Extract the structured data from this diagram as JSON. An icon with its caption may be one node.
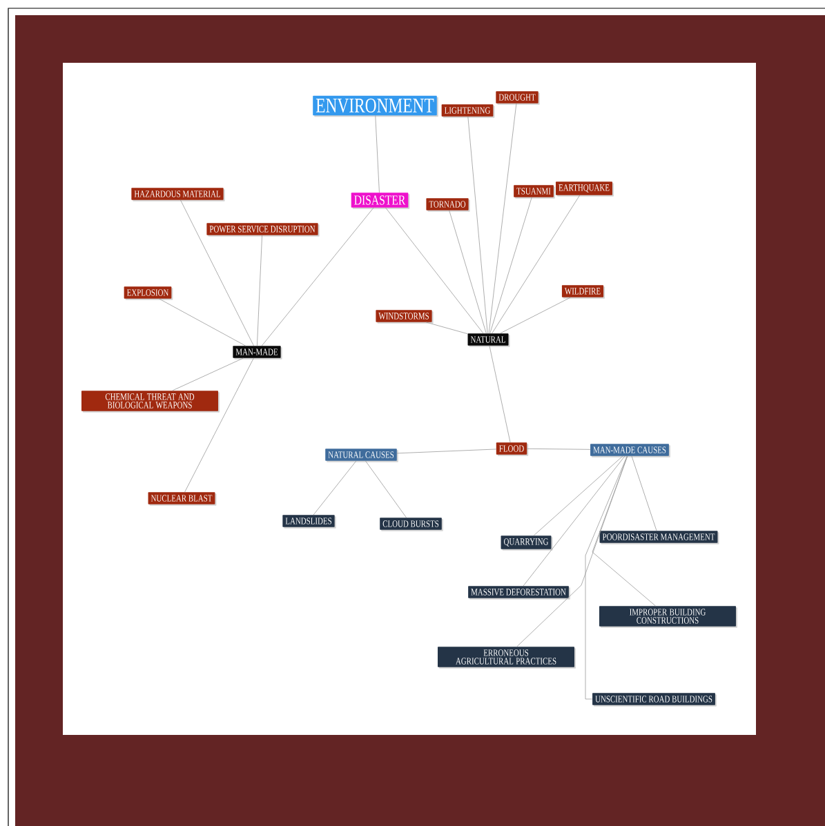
{
  "diagram": {
    "nodes": [
      {
        "text": [
          "ENVIRONMENT"
        ]
      },
      {
        "text": [
          "DISASTER"
        ]
      },
      {
        "text": [
          "MAN-MADE"
        ]
      },
      {
        "text": [
          "NATURAL"
        ]
      },
      {
        "text": [
          "HAZARDOUS MATERIAL"
        ]
      },
      {
        "text": [
          "POWER SERVICE DISRUPTION"
        ]
      },
      {
        "text": [
          "EXPLOSION"
        ]
      },
      {
        "text": [
          "CHEMICAL THREAT AND BIOLOGICAL WEAPONS"
        ]
      },
      {
        "text": [
          "NUCLEAR BLAST"
        ]
      },
      {
        "text": [
          "LIGHTENING"
        ]
      },
      {
        "text": [
          "DROUGHT"
        ]
      },
      {
        "text": [
          "TORNADO"
        ]
      },
      {
        "text": [
          "TSUANMI"
        ]
      },
      {
        "text": [
          "EARTHQUAKE"
        ]
      },
      {
        "text": [
          "WINDSTORMS"
        ]
      },
      {
        "text": [
          "WILDFIRE"
        ]
      },
      {
        "text": [
          "FLOOD"
        ]
      },
      {
        "text": [
          "NATURAL CAUSES"
        ]
      },
      {
        "text": [
          "MAN-MADE CAUSES"
        ]
      },
      {
        "text": [
          "LANDSLIDES"
        ]
      },
      {
        "text": [
          "CLOUD BURSTS"
        ]
      },
      {
        "text": [
          "QUARRYING"
        ]
      },
      {
        "text": [
          "POORDISASTER MANAGEMENT"
        ]
      },
      {
        "text": [
          "MASSIVE DEFORESTATION"
        ]
      },
      {
        "text": [
          "IMPROPER BUILDING CONSTRUCTIONS"
        ]
      },
      {
        "text": [
          "ERRONEOUS AGRICULTURAL PRACTICES"
        ]
      },
      {
        "text": [
          "UNSCIENTIFIC ROAD BUILDINGS"
        ]
      }
    ],
    "edges": [
      {
        "from": 0,
        "to": 1,
        "arrow": "none"
      },
      {
        "from": 1,
        "to": 2,
        "arrow": "none"
      },
      {
        "from": 1,
        "to": 3,
        "arrow": "none"
      },
      {
        "from": 2,
        "to": 4,
        "arrow": "none"
      },
      {
        "from": 2,
        "to": 5,
        "arrow": "none"
      },
      {
        "from": 2,
        "to": 6,
        "arrow": "none"
      },
      {
        "from": 2,
        "to": 7,
        "arrow": "none"
      },
      {
        "from": 2,
        "to": 8,
        "arrow": "none"
      },
      {
        "from": 3,
        "to": 9,
        "arrow": "none"
      },
      {
        "from": 3,
        "to": 10,
        "arrow": "none"
      },
      {
        "from": 3,
        "to": 11,
        "arrow": "none"
      },
      {
        "from": 3,
        "to": 12,
        "arrow": "none"
      },
      {
        "from": 3,
        "to": 13,
        "arrow": "none"
      },
      {
        "from": 3,
        "to": 14,
        "arrow": "none"
      },
      {
        "from": 3,
        "to": 15,
        "arrow": "none"
      },
      {
        "from": 3,
        "to": 16,
        "arrow": "none"
      },
      {
        "from": 16,
        "to": 17,
        "arrow": "none"
      },
      {
        "from": 16,
        "to": 18,
        "arrow": "none"
      },
      {
        "from": 17,
        "to": 19,
        "arrow": "none"
      },
      {
        "from": 17,
        "to": 20,
        "arrow": "none"
      },
      {
        "from": 18,
        "to": 21,
        "arrow": "none"
      },
      {
        "from": 18,
        "to": 22,
        "arrow": "none"
      },
      {
        "from": 18,
        "to": 23,
        "arrow": "none"
      },
      {
        "from": 18,
        "to": 24,
        "arrow": "none"
      },
      {
        "from": 18,
        "to": 25,
        "arrow": "none"
      },
      {
        "from": 18,
        "to": 26,
        "arrow": "none"
      }
    ]
  }
}
